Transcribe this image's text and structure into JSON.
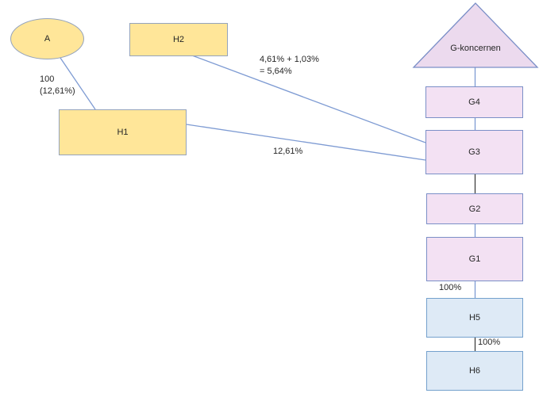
{
  "diagram": {
    "nodes": {
      "a": {
        "label": "A",
        "shape": "ellipse",
        "group": "yellow"
      },
      "h2": {
        "label": "H2",
        "shape": "rectangle",
        "group": "yellow"
      },
      "h1": {
        "label": "H1",
        "shape": "rectangle",
        "group": "yellow"
      },
      "g_koncernen": {
        "label": "G-koncernen",
        "shape": "triangle",
        "group": "pink"
      },
      "g4": {
        "label": "G4",
        "shape": "rectangle",
        "group": "pink"
      },
      "g3": {
        "label": "G3",
        "shape": "rectangle",
        "group": "pink"
      },
      "g2": {
        "label": "G2",
        "shape": "rectangle",
        "group": "pink"
      },
      "g1": {
        "label": "G1",
        "shape": "rectangle",
        "group": "pink"
      },
      "h5": {
        "label": "H5",
        "shape": "rectangle",
        "group": "blue"
      },
      "h6": {
        "label": "H6",
        "shape": "rectangle",
        "group": "blue"
      }
    },
    "edge_labels": {
      "a_h1_value": "100",
      "a_h1_pct": "(12,61%)",
      "h2_g3_sum": "4,61% + 1,03%",
      "h2_g3_total": "= 5,64%",
      "h1_g3_pct": "12,61%",
      "g1_h5_pct": "100%",
      "h5_h6_pct": "100%"
    },
    "colors": {
      "yellow_fill": "#FFE699",
      "yellow_border": "#94A3BC",
      "pink_fill": "#F3E1F3",
      "triangle_fill": "#ECDAEE",
      "pink_border": "#7B8FC7",
      "blue_fill": "#DEEAF6",
      "blue_border": "#74A1CD",
      "connector_blue": "#7E9BD3",
      "connector_dark": "#404040",
      "text": "#262626"
    }
  }
}
